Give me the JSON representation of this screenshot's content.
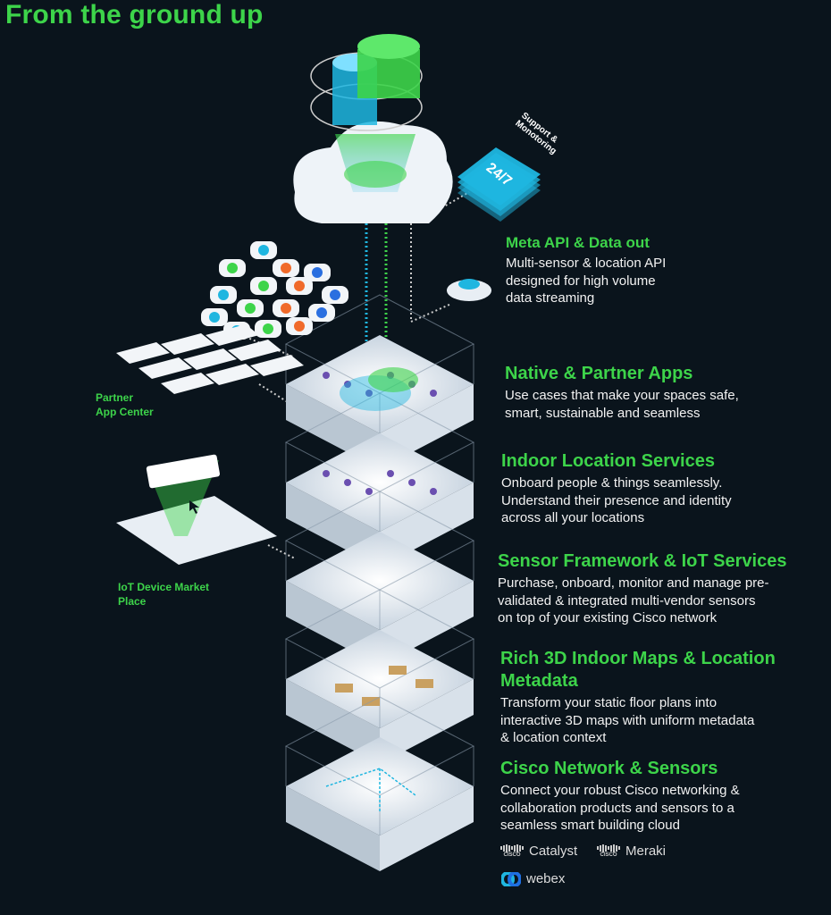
{
  "title": "From the ground up",
  "support": {
    "line1": "Support &",
    "line2": "Monotoring",
    "badge": "24/7"
  },
  "sections": [
    {
      "heading": "Meta API & Data out",
      "body": [
        "Multi-sensor & location API",
        "designed for high volume",
        "data streaming"
      ]
    },
    {
      "heading": "Native & Partner Apps",
      "body": [
        "Use cases that make your spaces safe,",
        "smart, sustainable and seamless"
      ]
    },
    {
      "heading": "Indoor Location Services",
      "body": [
        "Onboard people & things seamlessly.",
        "Understand their presence and identity",
        "across all your locations"
      ]
    },
    {
      "heading": "Sensor Framework & IoT Services",
      "body": [
        "Purchase, onboard, monitor and manage pre-",
        "validated & integrated multi-vendor sensors",
        "on top of your existing Cisco network"
      ]
    },
    {
      "heading": "Rich 3D Indoor Maps & Location",
      "heading2": "Metadata",
      "body": [
        "Transform your static floor plans into",
        "interactive 3D maps with uniform metadata",
        "& location context"
      ]
    },
    {
      "heading": "Cisco Network & Sensors",
      "body": [
        "Connect your robust Cisco networking &",
        "collaboration products and sensors to a",
        "seamless smart building cloud"
      ]
    }
  ],
  "left_labels": {
    "partner": [
      "Partner",
      "App Center"
    ],
    "iot": [
      "IoT Device Market",
      "Place"
    ]
  },
  "logos": {
    "cisco": "CISCO",
    "catalyst": "Catalyst",
    "meraki": "Meraki",
    "webex": "webex"
  },
  "colors": {
    "accent": "#3dd44a",
    "background": "#0a141c",
    "cyan": "#1fb6e0"
  }
}
